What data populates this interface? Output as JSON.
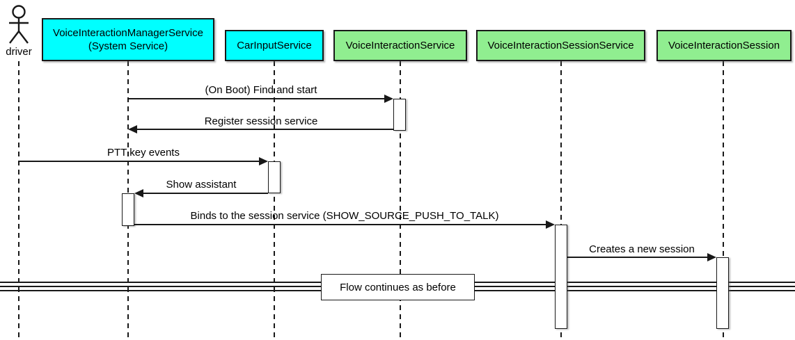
{
  "diagram_type": "uml-sequence-diagram",
  "colors": {
    "system_participant_fill": "#00FFFF",
    "service_participant_fill": "#90EE90",
    "line": "#181818",
    "background": "#FFFFFF"
  },
  "actor": {
    "label": "driver"
  },
  "participants": [
    {
      "line1": "VoiceInteractionManagerService",
      "line2": "(System Service)",
      "fill": "#00FFFF"
    },
    {
      "line1": "CarInputService",
      "line2": "",
      "fill": "#00FFFF"
    },
    {
      "line1": "VoiceInteractionService",
      "line2": "",
      "fill": "#90EE90"
    },
    {
      "line1": "VoiceInteractionSessionService",
      "line2": "",
      "fill": "#90EE90"
    },
    {
      "line1": "VoiceInteractionSession",
      "line2": "",
      "fill": "#90EE90"
    }
  ],
  "messages": [
    {
      "label": "(On Boot) Find and start",
      "from": "VoiceInteractionManagerService",
      "to": "VoiceInteractionService",
      "direction": "right"
    },
    {
      "label": "Register session service",
      "from": "VoiceInteractionService",
      "to": "VoiceInteractionManagerService",
      "direction": "left"
    },
    {
      "label": "PTT key events",
      "from": "driver",
      "to": "CarInputService",
      "direction": "right"
    },
    {
      "label": "Show assistant",
      "from": "CarInputService",
      "to": "VoiceInteractionManagerService",
      "direction": "left"
    },
    {
      "label": "Binds to the session service (SHOW_SOURCE_PUSH_TO_TALK)",
      "from": "VoiceInteractionManagerService",
      "to": "VoiceInteractionSessionService",
      "direction": "right"
    },
    {
      "label": "Creates a new session",
      "from": "VoiceInteractionSessionService",
      "to": "VoiceInteractionSession",
      "direction": "right"
    }
  ],
  "divider": {
    "label": "Flow continues as before"
  }
}
